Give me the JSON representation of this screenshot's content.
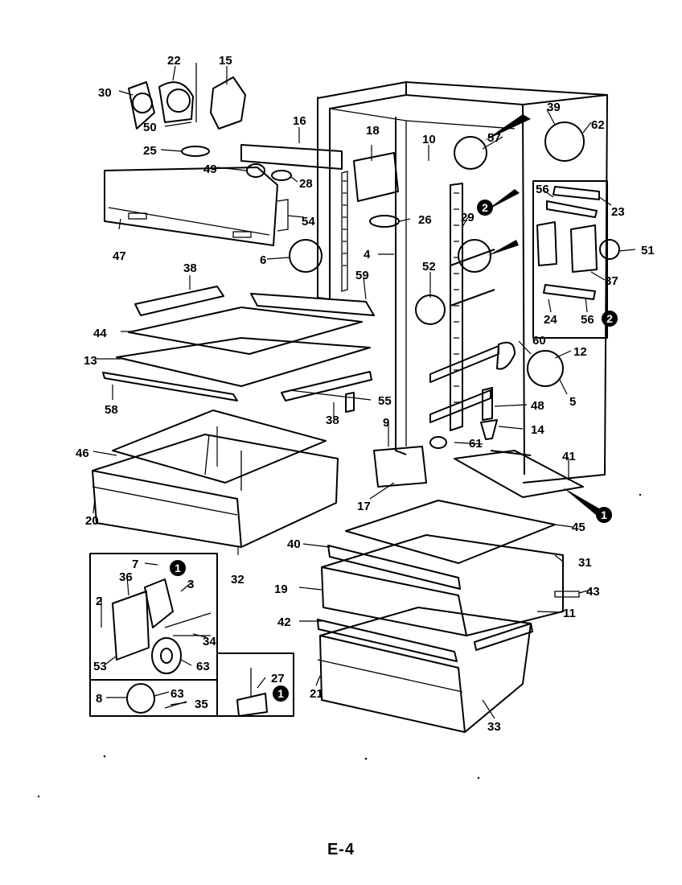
{
  "page_number": "E-4",
  "callouts": [
    {
      "id": "c30",
      "text": "30"
    },
    {
      "id": "c22",
      "text": "22"
    },
    {
      "id": "c15",
      "text": "15"
    },
    {
      "id": "c50",
      "text": "50"
    },
    {
      "id": "c25",
      "text": "25"
    },
    {
      "id": "c16",
      "text": "16"
    },
    {
      "id": "c18",
      "text": "18"
    },
    {
      "id": "c10",
      "text": "10"
    },
    {
      "id": "c57",
      "text": "57"
    },
    {
      "id": "c39",
      "text": "39"
    },
    {
      "id": "c62",
      "text": "62"
    },
    {
      "id": "c49",
      "text": "49"
    },
    {
      "id": "c28",
      "text": "28"
    },
    {
      "id": "c26",
      "text": "26"
    },
    {
      "id": "c56a",
      "text": "56"
    },
    {
      "id": "c23",
      "text": "23"
    },
    {
      "id": "c29",
      "text": "29"
    },
    {
      "id": "c54",
      "text": "54"
    },
    {
      "id": "c47",
      "text": "47"
    },
    {
      "id": "c51",
      "text": "51"
    },
    {
      "id": "c6",
      "text": "6"
    },
    {
      "id": "c4",
      "text": "4"
    },
    {
      "id": "c52",
      "text": "52"
    },
    {
      "id": "c37",
      "text": "37"
    },
    {
      "id": "c38a",
      "text": "38"
    },
    {
      "id": "c59",
      "text": "59"
    },
    {
      "id": "c24",
      "text": "24"
    },
    {
      "id": "c56b",
      "text": "56"
    },
    {
      "id": "c44",
      "text": "44"
    },
    {
      "id": "c60",
      "text": "60"
    },
    {
      "id": "c12",
      "text": "12"
    },
    {
      "id": "c13",
      "text": "13"
    },
    {
      "id": "c5",
      "text": "5"
    },
    {
      "id": "c48",
      "text": "48"
    },
    {
      "id": "c58",
      "text": "58"
    },
    {
      "id": "c55",
      "text": "55"
    },
    {
      "id": "c38b",
      "text": "38"
    },
    {
      "id": "c9",
      "text": "9"
    },
    {
      "id": "c14",
      "text": "14"
    },
    {
      "id": "c46",
      "text": "46"
    },
    {
      "id": "c61",
      "text": "61"
    },
    {
      "id": "c41",
      "text": "41"
    },
    {
      "id": "c17",
      "text": "17"
    },
    {
      "id": "c20",
      "text": "20"
    },
    {
      "id": "c45",
      "text": "45"
    },
    {
      "id": "c40",
      "text": "40"
    },
    {
      "id": "c31",
      "text": "31"
    },
    {
      "id": "c32",
      "text": "32"
    },
    {
      "id": "c7",
      "text": "7"
    },
    {
      "id": "c36",
      "text": "36"
    },
    {
      "id": "c3",
      "text": "3"
    },
    {
      "id": "c19",
      "text": "19"
    },
    {
      "id": "c43",
      "text": "43"
    },
    {
      "id": "c2",
      "text": "2"
    },
    {
      "id": "c42",
      "text": "42"
    },
    {
      "id": "c11",
      "text": "11"
    },
    {
      "id": "c34",
      "text": "34"
    },
    {
      "id": "c53",
      "text": "53"
    },
    {
      "id": "c63a",
      "text": "63"
    },
    {
      "id": "c27",
      "text": "27"
    },
    {
      "id": "c21",
      "text": "21"
    },
    {
      "id": "c8",
      "text": "8"
    },
    {
      "id": "c63b",
      "text": "63"
    },
    {
      "id": "c35",
      "text": "35"
    },
    {
      "id": "c33",
      "text": "33"
    }
  ],
  "badges": [
    {
      "id": "b2a",
      "text": "2"
    },
    {
      "id": "b2b",
      "text": "2"
    },
    {
      "id": "b1a",
      "text": "1"
    },
    {
      "id": "b1b",
      "text": "1"
    },
    {
      "id": "b1c",
      "text": "1"
    }
  ]
}
